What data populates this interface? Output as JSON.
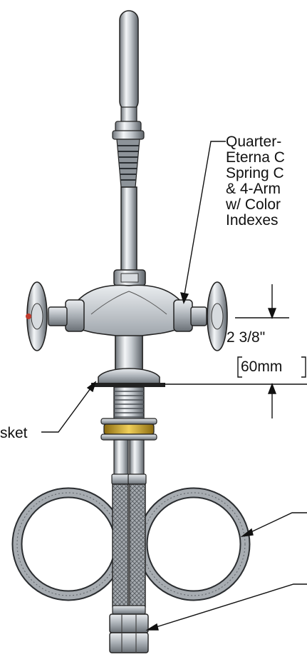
{
  "callouts": {
    "quarter_turn": {
      "lines": [
        "Quarter-",
        "Eterna C",
        "Spring C",
        "& 4-Arm",
        "w/ Color",
        "Indexes"
      ]
    },
    "gasket": {
      "text": "sket"
    }
  },
  "dimension": {
    "imperial": "2 3/8\"",
    "metric": "60mm"
  },
  "colors": {
    "line": "#111111",
    "chrome": "#c9cdd2",
    "brass": "#c9a227",
    "hose": "#8e9398"
  }
}
